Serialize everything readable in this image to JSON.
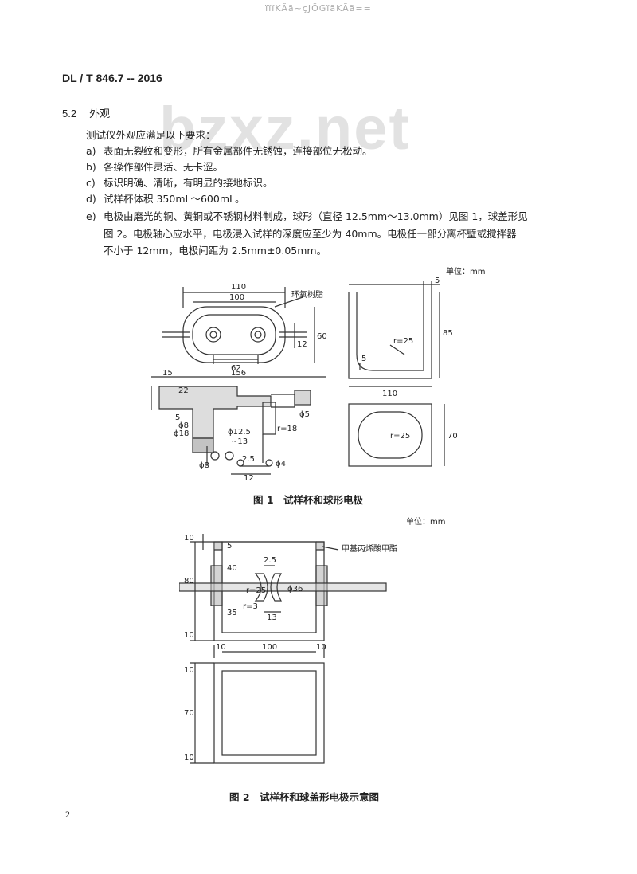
{
  "header_garble": "ïïïKÃã~çJÕGïãKÃã==",
  "doc_number": "DL / T 846.7 -- 2016",
  "watermark": "bzxz.net",
  "section": {
    "number": "5.2",
    "title": "外观"
  },
  "intro": "测试仪外观应满足以下要求：",
  "items": [
    {
      "tag": "a)",
      "text": "表面无裂纹和变形，所有金属部件无锈蚀，连接部位无松动。"
    },
    {
      "tag": "b)",
      "text": "各操作部件灵活、无卡涩。"
    },
    {
      "tag": "c)",
      "text": "标识明确、清晰，有明显的接地标识。"
    },
    {
      "tag": "d)",
      "text": "试样杯体积 350mL～600mL。"
    },
    {
      "tag": "e)",
      "text": "电极由磨光的铜、黄铜或不锈钢材料制成，球形（直径 12.5mm～13.0mm）见图 1，球盖形见"
    }
  ],
  "item_e_cont": [
    "图 2。电极轴心应水平，电极浸入试样的深度应至少为 40mm。电极任一部分离杯壁或搅拌器",
    "不小于 12mm，电极间距为 2.5mm±0.05mm。"
  ],
  "fig1": {
    "unit": "单位：mm",
    "caption": "图 1　试样杯和球形电极",
    "labels": {
      "d110": "110",
      "d100": "100",
      "epoxy": "环氧树脂",
      "d60": "60",
      "d12": "12",
      "d62": "62",
      "d5top": "5",
      "d85": "85",
      "r25a": "r=25",
      "d5b": "5",
      "d110b": "110",
      "d15": "15",
      "d156": "156",
      "d22": "22",
      "d5c": "5",
      "phi8": "ϕ8",
      "phi18": "ϕ18",
      "phi125": "ϕ12.5",
      "tilde13": "~13",
      "r18": "r=18",
      "phi5": "ϕ5",
      "phi8b": "ϕ8",
      "d25": "2.5",
      "phi4": "ϕ4",
      "d12b": "12",
      "r25b": "r=25",
      "d70": "70"
    }
  },
  "fig2": {
    "unit": "单位：mm",
    "caption": "图 2　试样杯和球盖形电极示意图",
    "pmma": "甲基丙烯酸甲酯",
    "labels": {
      "d10a": "10",
      "d5": "5",
      "d80": "80",
      "d40": "40",
      "d35": "35",
      "d10b": "10",
      "d25": "2.5",
      "r25": "r=25",
      "phi36": "ϕ36",
      "r3": "r=3",
      "d13": "13",
      "d10c": "10",
      "d100": "100",
      "d10d": "10",
      "d10e": "10",
      "d70": "70",
      "d10f": "10"
    }
  },
  "page_number": "2"
}
